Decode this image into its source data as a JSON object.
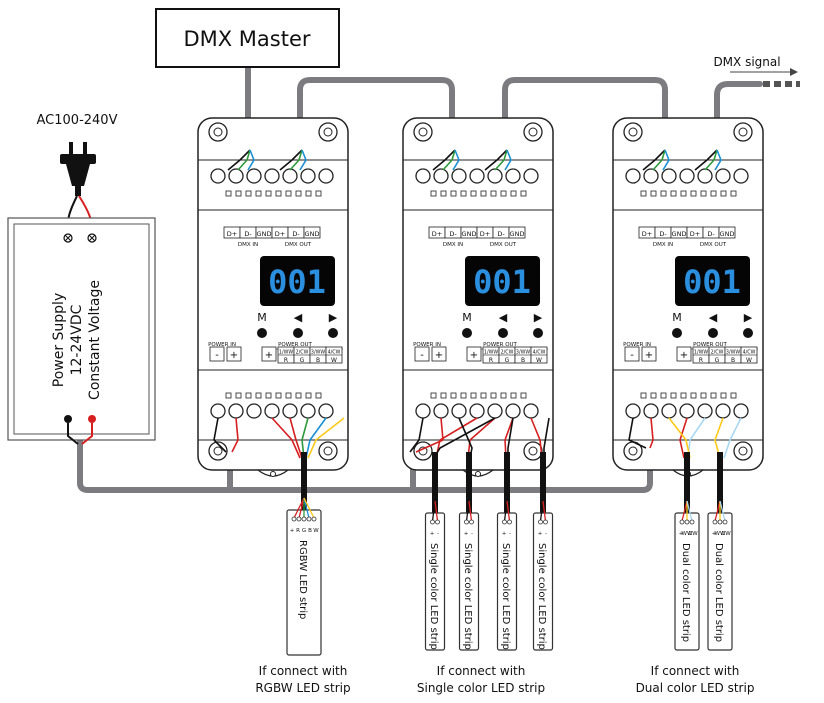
{
  "dmx_master_label": "DMX Master",
  "dmx_signal_label": "DMX signal",
  "ac_label": "AC100-240V",
  "power_supply": {
    "line1": "Power Supply",
    "line2": "12-24VDC",
    "line3": "Constant Voltage"
  },
  "decoder": {
    "display": "001",
    "dmx_terminals": [
      "D+",
      "D-",
      "GND",
      "D+",
      "D-",
      "GND"
    ],
    "dmx_in_label": "DMX IN",
    "dmx_out_label": "DMX OUT",
    "power_in_label": "POWER IN",
    "power_out_label": "POWER OUT",
    "power_in_terminals": [
      "-",
      "+"
    ],
    "power_out_plus": "+",
    "channel_top": [
      "1/WW",
      "2/CW",
      "3/WW",
      "4/CW"
    ],
    "channel_bottom": [
      "R",
      "G",
      "B",
      "W"
    ],
    "buttons": [
      "M",
      "◀",
      "▶"
    ]
  },
  "strips": {
    "rgbw_label": "RGBW LED strip",
    "rgbw_pins": [
      "+",
      "R",
      "G",
      "B",
      "W"
    ],
    "single_label": "Single color LED strip",
    "single_pins": [
      "+",
      "-"
    ],
    "dual_label": "Dual color LED strip",
    "dual_pins": [
      "+",
      "WW",
      "CW"
    ]
  },
  "captions": {
    "rgbw": [
      "If connect with",
      "RGBW LED strip"
    ],
    "single": [
      "If connect with",
      "Single color LED strip"
    ],
    "dual": [
      "If connect with",
      "Dual color LED strip"
    ]
  }
}
